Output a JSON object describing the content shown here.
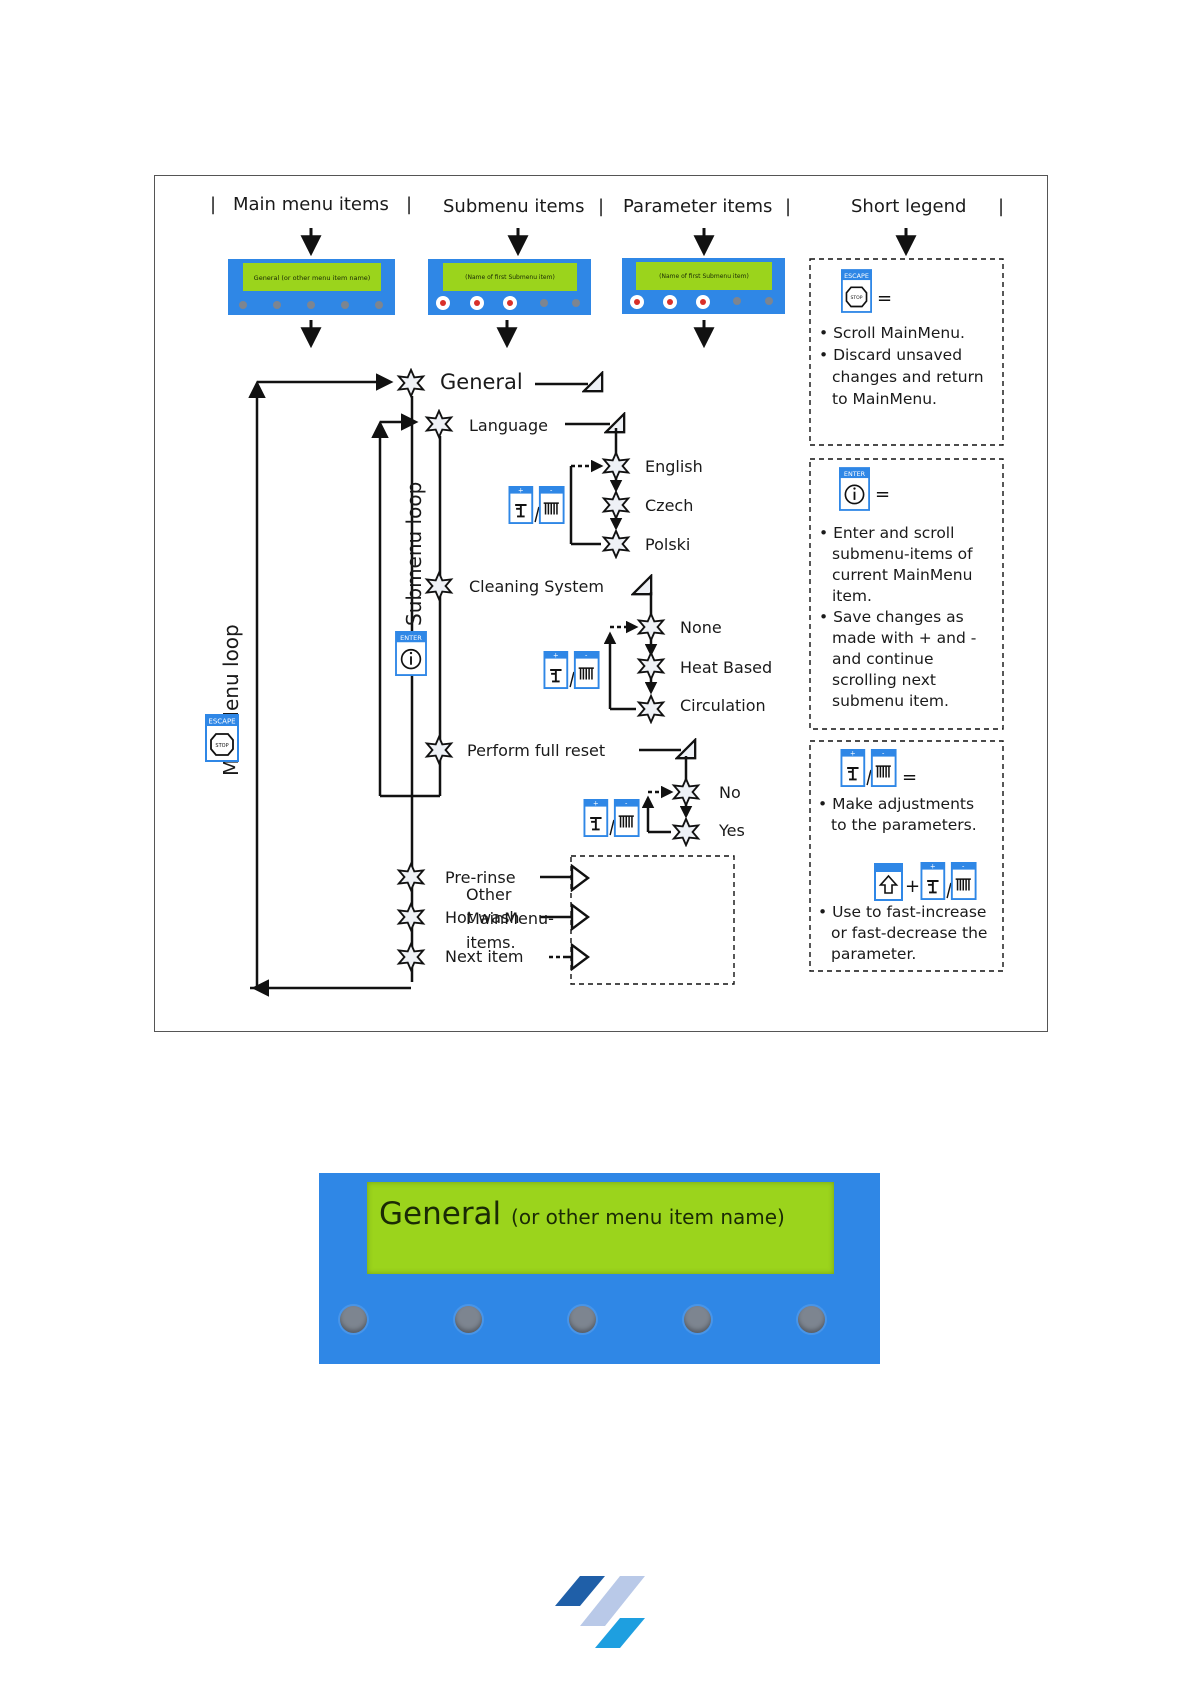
{
  "columns": {
    "main_menu": "Main menu items",
    "submenu": "Submenu items",
    "parameter": "Parameter items",
    "legend": "Short legend",
    "separator": "|"
  },
  "mini_displays": {
    "main": "General (or other menu item name)",
    "submenu": "(Name of first Submenu item)",
    "parameter": "(Name of first Submenu item)"
  },
  "main_items": {
    "general": "General",
    "pre_rinse": "Pre-rinse",
    "hot_wash": "Hot wash",
    "next_item": "Next item"
  },
  "submenu_items": {
    "language": "Language",
    "cleaning_system": "Cleaning System",
    "perform_full_reset": "Perform full reset"
  },
  "parameters": {
    "language": [
      "English",
      "Czech",
      "Polski"
    ],
    "cleaning": [
      "None",
      "Heat Based",
      "Circulation"
    ],
    "reset": [
      "No",
      "Yes"
    ]
  },
  "loops": {
    "main": "MainMenu loop",
    "sub": "Submenu loop"
  },
  "other_box": [
    "Other",
    "MainMenu-",
    "items."
  ],
  "key_labels": {
    "escape": "ESCAPE",
    "stop": "STOP",
    "enter": "ENTER",
    "plus": "+",
    "minus": "-",
    "equals": "=",
    "slash": "/"
  },
  "legend": {
    "escape_lines": [
      "• Scroll MainMenu.",
      "• Discard unsaved",
      "changes and return",
      "to MainMenu."
    ],
    "enter_lines": [
      "• Enter and scroll",
      "submenu-items of",
      "current MainMenu",
      "item.",
      "• Save changes as",
      "made with + and -",
      "and continue",
      "scrolling next",
      "submenu item."
    ],
    "adjust_lines": [
      "• Make adjustments",
      "to the parameters."
    ],
    "fast_lines": [
      "• Use to fast-increase",
      "or fast-decrease the",
      "parameter."
    ]
  },
  "large_display": {
    "title": "General",
    "subtitle": "(or other menu item name)"
  },
  "colors": {
    "panel_blue": "#2f87e6",
    "lcd_green": "#9bd41c",
    "button_gray": "#7d8590",
    "button_red": "#d9302a",
    "logo_dark": "#1f5fa8",
    "logo_light": "#b9c9e8",
    "logo_cyan": "#1e9fe0"
  }
}
